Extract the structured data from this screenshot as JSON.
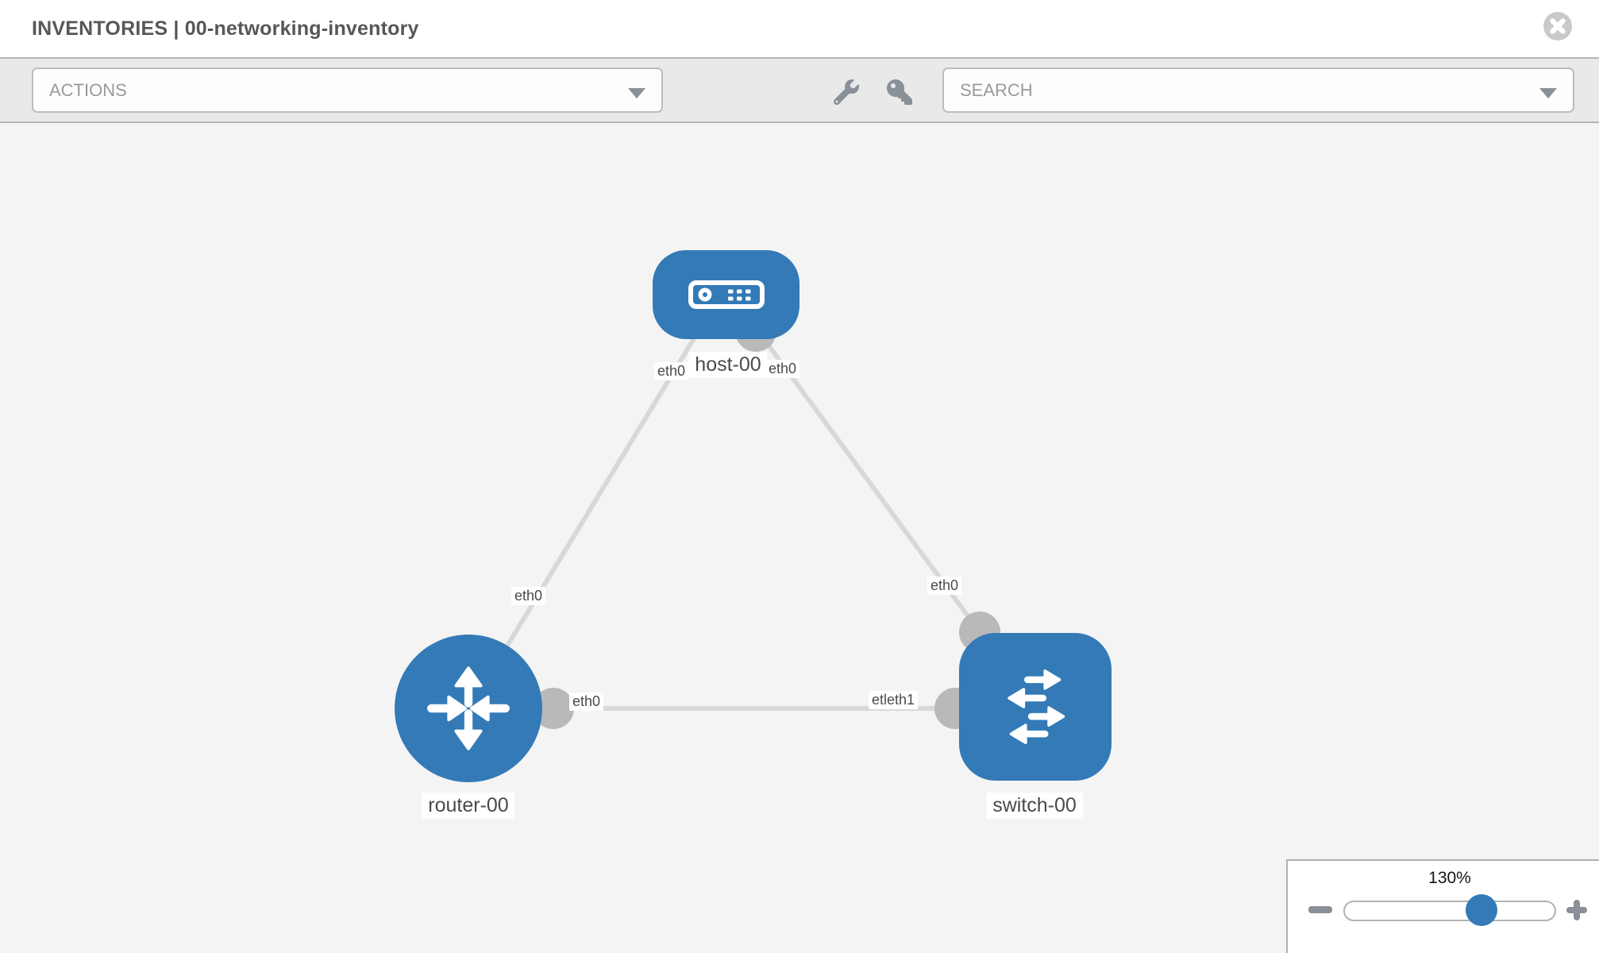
{
  "header": {
    "title": "INVENTORIES | 00-networking-inventory"
  },
  "toolbar": {
    "actions_label": "ACTIONS",
    "search_placeholder": "SEARCH",
    "icons": [
      "wrench-icon",
      "key-icon"
    ]
  },
  "topology": {
    "nodes": [
      {
        "id": "host-00",
        "type": "host",
        "label": "host-00",
        "icon": "host-icon"
      },
      {
        "id": "router-00",
        "type": "router",
        "label": "router-00",
        "icon": "router-icon"
      },
      {
        "id": "switch-00",
        "type": "switch",
        "label": "switch-00",
        "icon": "switch-icon"
      }
    ],
    "interfaces": {
      "host_left": "eth0",
      "host_right": "eth0",
      "host_router_link": "eth0",
      "host_switch_link": "eth0",
      "router_link": "eth0",
      "switch_link": "etleth1"
    },
    "edges": [
      {
        "from": "host-00",
        "to": "router-00"
      },
      {
        "from": "host-00",
        "to": "switch-00"
      },
      {
        "from": "router-00",
        "to": "switch-00"
      }
    ]
  },
  "zoom_control": {
    "level": "130%"
  },
  "colors": {
    "node_blue": "#337ab7",
    "link_gray": "#d8d8d8",
    "connector_gray": "#b9b9b9",
    "canvas_bg": "#f4f4f4",
    "toolbar_bg": "#e9e9e9"
  }
}
